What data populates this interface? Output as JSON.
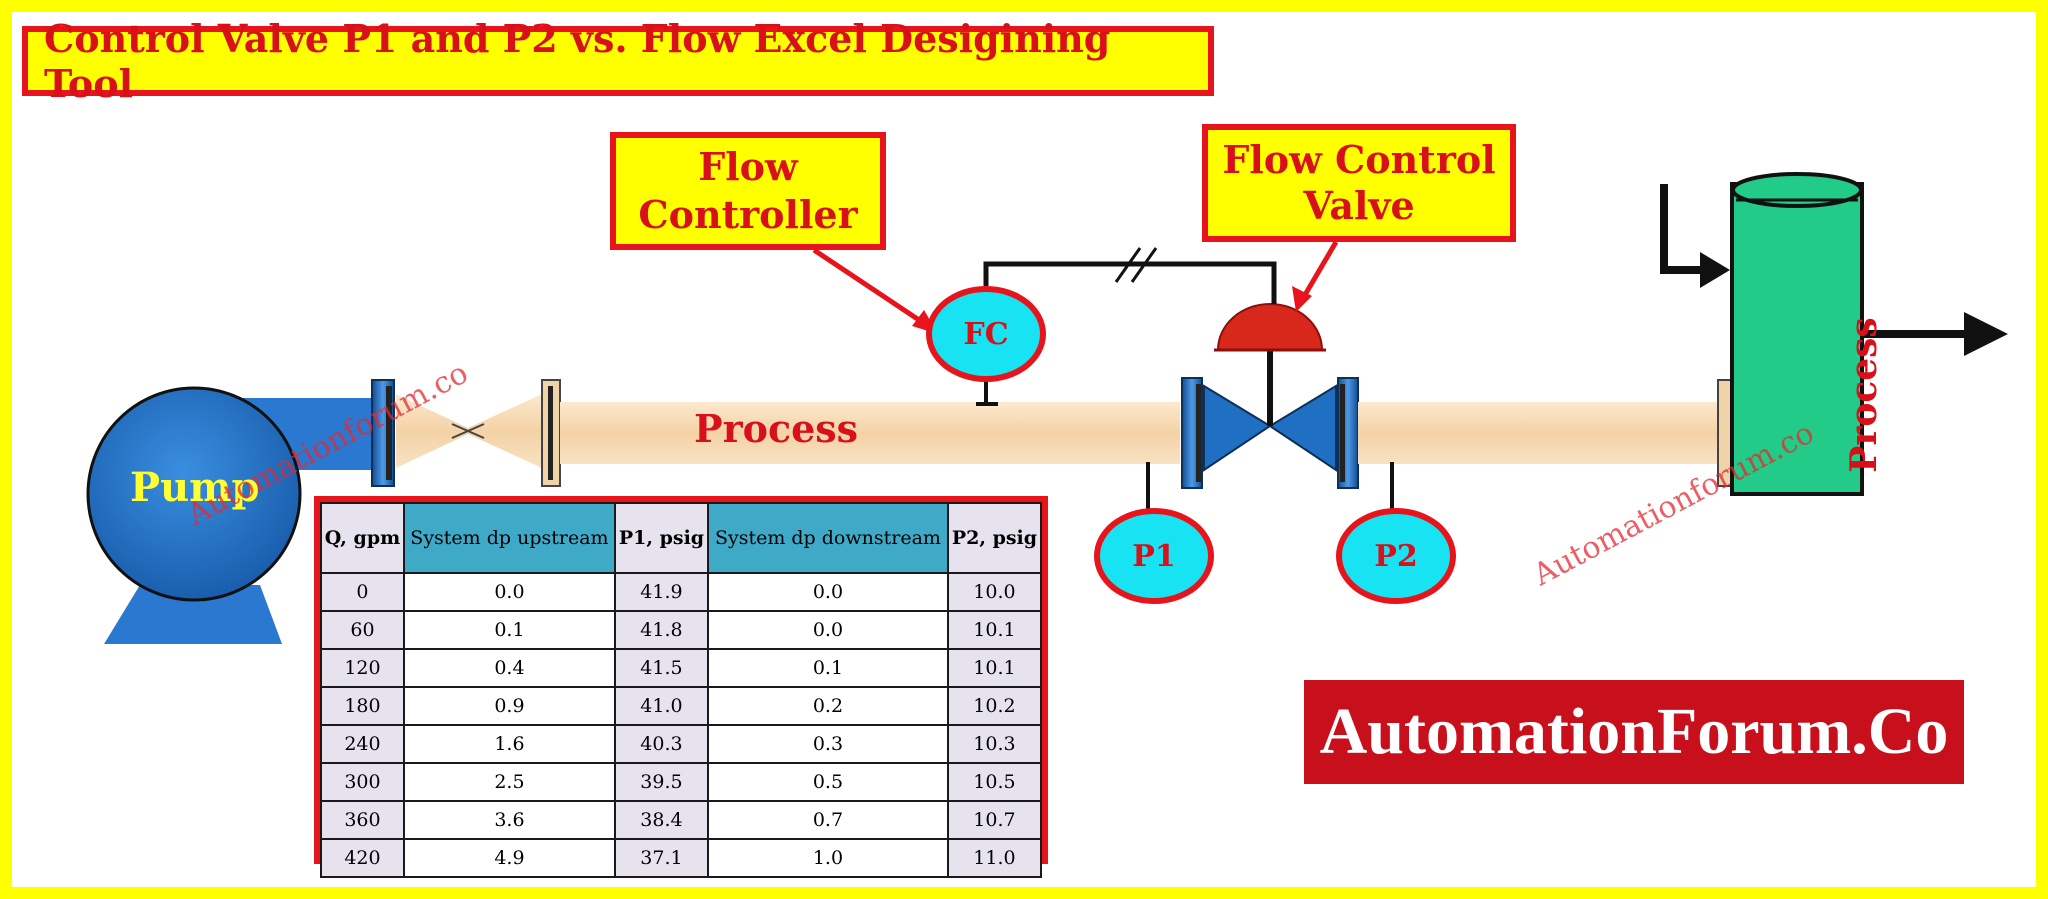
{
  "title": "Control Valve P1 and P2 vs. Flow Excel Desigining Tool",
  "labels": {
    "flow_controller": [
      "Flow",
      "Controller"
    ],
    "flow_control_valve": [
      "Flow Control",
      "Valve"
    ],
    "fc": "FC",
    "p1": "P1",
    "p2": "P2",
    "pump": "Pump",
    "process_pipe": "Process",
    "process_vessel": "Process"
  },
  "brand": "AutomationForum.Co",
  "watermarks": [
    "Automationforum.co",
    "Automationforum.co"
  ],
  "colors": {
    "border_yellow": "#ffff00",
    "label_red": "#e8141c",
    "instrument_cyan": "#17e3f3",
    "pump_blue": "#1f6fc2",
    "pipe_beige": "#f7dcb4",
    "vessel_green": "#22cc88",
    "actuator_red": "#d8281c",
    "header_teal": "#3fa9c8",
    "brand_red": "#c8101c"
  },
  "table": {
    "headers": [
      "Q, gpm",
      "System dp upstream",
      "P1, psig",
      "System dp downstream",
      "P2, psig"
    ],
    "rows": [
      [
        "0",
        "0.0",
        "41.9",
        "0.0",
        "10.0"
      ],
      [
        "60",
        "0.1",
        "41.8",
        "0.0",
        "10.1"
      ],
      [
        "120",
        "0.4",
        "41.5",
        "0.1",
        "10.1"
      ],
      [
        "180",
        "0.9",
        "41.0",
        "0.2",
        "10.2"
      ],
      [
        "240",
        "1.6",
        "40.3",
        "0.3",
        "10.3"
      ],
      [
        "300",
        "2.5",
        "39.5",
        "0.5",
        "10.5"
      ],
      [
        "360",
        "3.6",
        "38.4",
        "0.7",
        "10.7"
      ],
      [
        "420",
        "4.9",
        "37.1",
        "1.0",
        "11.0"
      ]
    ]
  }
}
